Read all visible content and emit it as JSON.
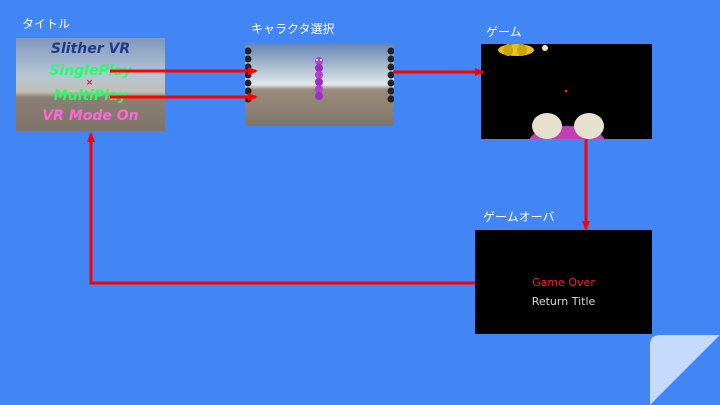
{
  "labels": {
    "title": "タイトル",
    "character_select": "キャラクタ選択",
    "game": "ゲーム",
    "game_over": "ゲームオーバ"
  },
  "title_screen": {
    "heading": "Slither VR",
    "single_play": "SinglePlay",
    "multi_play": "MultiPlay",
    "vr_mode": "VR Mode On"
  },
  "game_over_screen": {
    "game_over": "Game Over",
    "return_title": "Return Title"
  },
  "colors": {
    "background": "#4285f4",
    "arrow": "#ff0000",
    "heading": "#1f3a8a",
    "menu_green": "#22ff66",
    "vr_mode": "#ff66d9",
    "game_over": "#ff2020",
    "return_title": "#d9d9d9"
  }
}
